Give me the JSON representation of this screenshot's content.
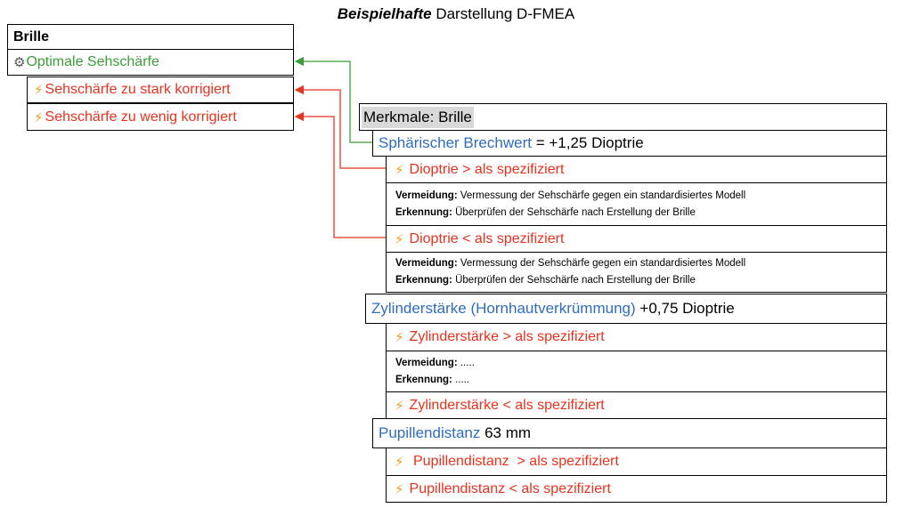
{
  "title": {
    "bold_italic": "Beispielhafte",
    "rest": "Darstellung D-FMEA"
  },
  "left_tree": {
    "root": "Brille",
    "function": "Optimale Sehschärfe",
    "failures": [
      "Sehschärfe zu stark korrigiert",
      "Sehschärfe zu wenig korrigiert"
    ]
  },
  "right_tree": {
    "header": "Merkmale: Brille",
    "characteristics": [
      {
        "name": "Sphärischer Brechwert",
        "value": "= +1,25 Dioptrie",
        "modes": [
          {
            "label": "Dioptrie > als spezifiziert",
            "vermeidung_label": "Vermeidung:",
            "vermeidung": "Vermessung der Sehschärfe gegen ein standardisiertes Modell",
            "erkennung_label": "Erkennung:",
            "erkennung": "Überprüfen der Sehschärfe nach Erstellung der Brille"
          },
          {
            "label": "Dioptrie < als spezifiziert",
            "vermeidung_label": "Vermeidung:",
            "vermeidung": "Vermessung der Sehschärfe gegen ein standardisiertes Modell",
            "erkennung_label": "Erkennung:",
            "erkennung": "Überprüfen der Sehschärfe nach Erstellung der Brille"
          }
        ]
      },
      {
        "name": "Zylinderstärke (Hornhautverkrümmung)",
        "value": "+0,75 Dioptrie",
        "modes": [
          {
            "label": "Zylinderstärke > als spezifiziert",
            "vermeidung_label": "Vermeidung:",
            "vermeidung": ".....",
            "erkennung_label": "Erkennung:",
            "erkennung": "....."
          },
          {
            "label": "Zylinderstärke < als spezifiziert"
          }
        ]
      },
      {
        "name": "Pupillendistanz",
        "value": "63 mm",
        "modes": [
          {
            "label": " Pupillendistanz  > als spezifiziert"
          },
          {
            "label": "Pupillendistanz < als spezifiziert"
          }
        ]
      }
    ]
  },
  "icons": {
    "gear": "gear-icon",
    "bolt": "lightning-icon"
  },
  "colors": {
    "function_blue": "#2f6cc0",
    "failure_red": "#e8321e",
    "function_green": "#3b9e3b",
    "bolt_orange": "#f0a020",
    "header_gray": "#d9d9d9"
  }
}
